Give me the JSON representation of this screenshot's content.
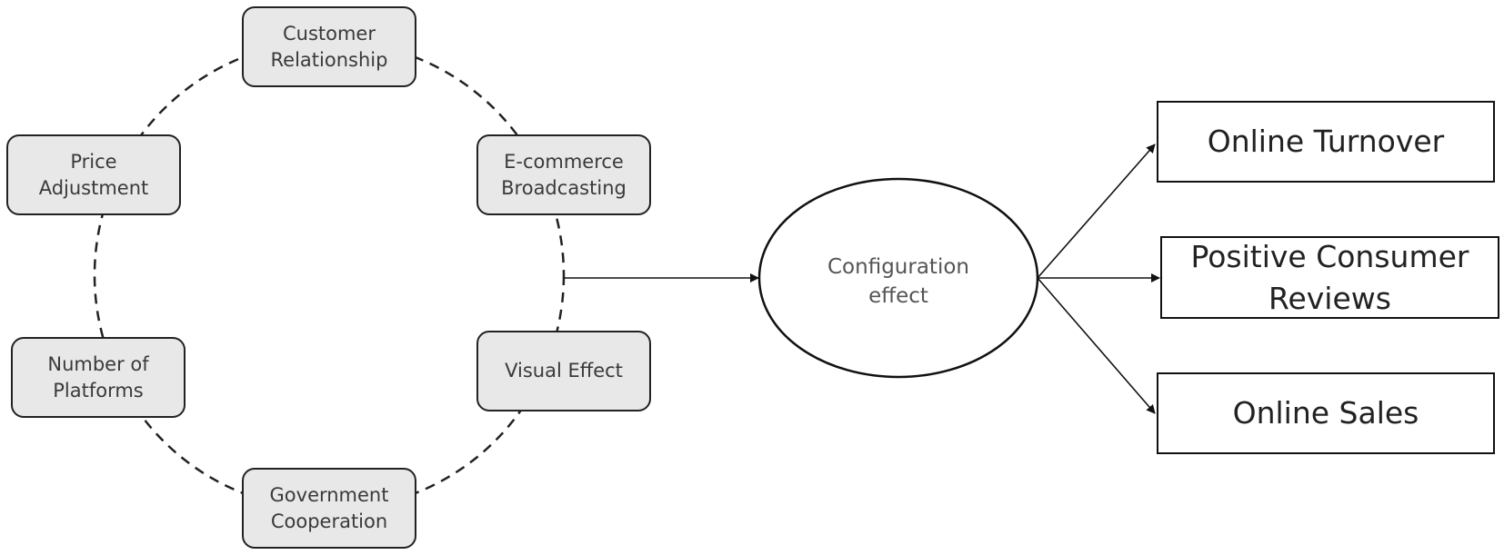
{
  "factors": {
    "customer_relationship": [
      "Customer",
      "Relationship"
    ],
    "ecommerce_broadcasting": [
      "E-commerce",
      "Broadcasting"
    ],
    "visual_effect": [
      "Visual Effect"
    ],
    "government_cooperation": [
      "Government",
      "Cooperation"
    ],
    "number_of_platforms": [
      "Number of",
      "Platforms"
    ],
    "price_adjustment": [
      "Price",
      "Adjustment"
    ]
  },
  "center": {
    "label": [
      "Configuration",
      "effect"
    ]
  },
  "outcomes": {
    "online_turnover": [
      "Online Turnover"
    ],
    "positive_consumer_reviews": [
      "Positive Consumer",
      "Reviews"
    ],
    "online_sales": [
      "Online Sales"
    ]
  },
  "colors": {
    "factor_fill": "#e8e8e8",
    "stroke": "#222222"
  }
}
